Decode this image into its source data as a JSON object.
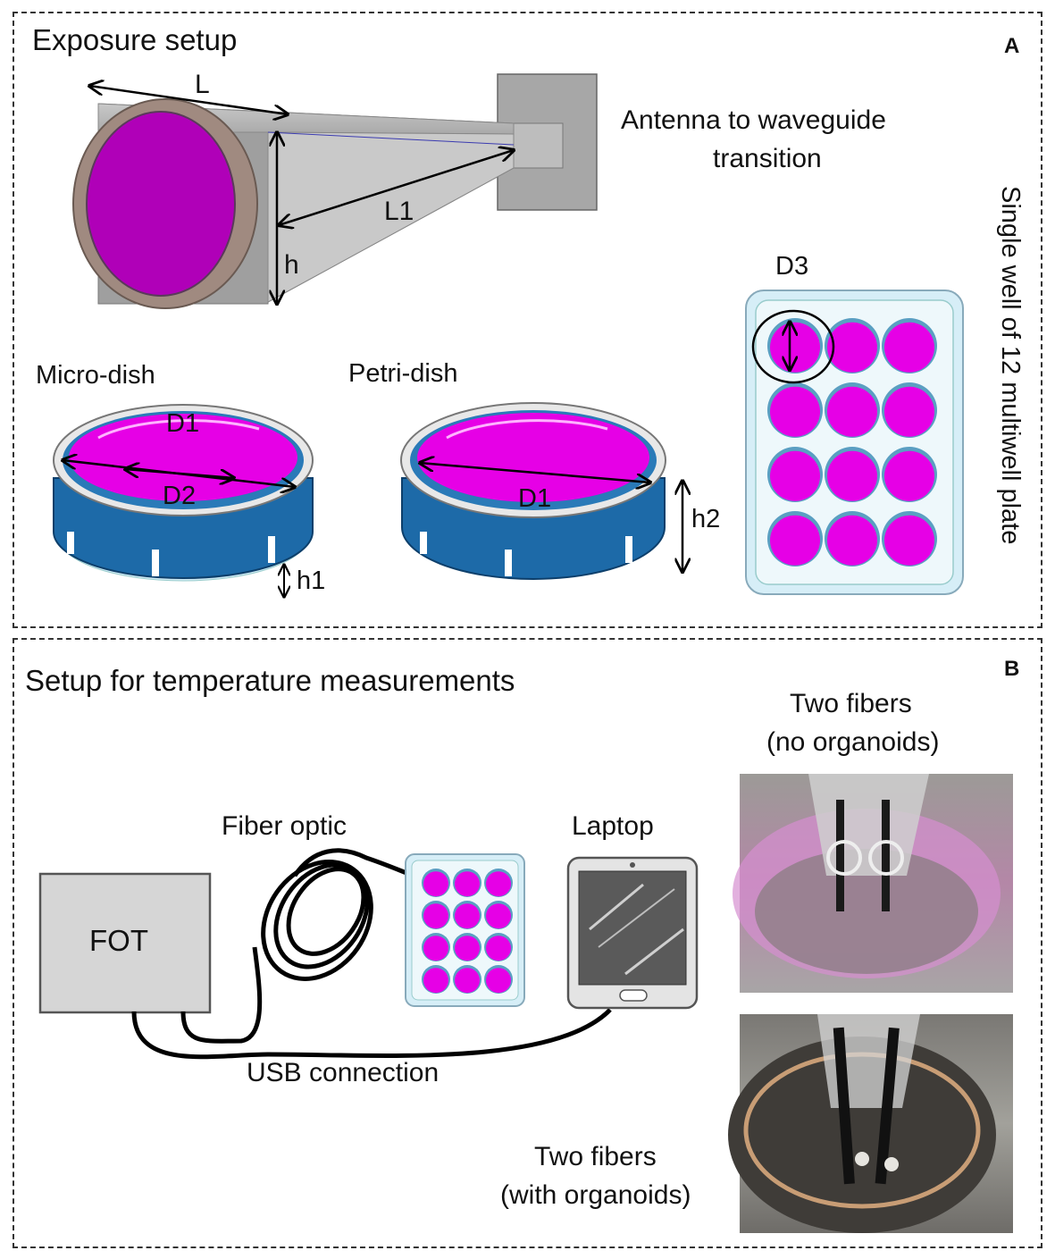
{
  "panel_a": {
    "title": "Exposure setup",
    "letter": "A",
    "antenna_label_line1": "Antenna to waveguide",
    "antenna_label_line2": "transition",
    "dim_L": "L",
    "dim_L1": "L1",
    "dim_h": "h",
    "vertical_label": "Single well of 12 multiwell plate",
    "dim_D3": "D3",
    "micro_dish": {
      "title": "Micro-dish",
      "d1": "D1",
      "d2": "D2",
      "h1": "h1"
    },
    "petri_dish": {
      "title": "Petri-dish",
      "d1": "D1",
      "h2": "h2"
    }
  },
  "panel_b": {
    "title": "Setup for temperature measurements",
    "letter": "B",
    "fot_label": "FOT",
    "fiber_label": "Fiber optic",
    "laptop_label": "Laptop",
    "usb_label": "USB connection",
    "photo_top_line1": "Two fibers",
    "photo_top_line2": "(no organoids)",
    "photo_bottom_line1": "Two fibers",
    "photo_bottom_line2": "(with organoids)"
  },
  "colors": {
    "magenta": "#e600e6",
    "purple": "#b000b8",
    "dish_blue": "#1d6aa8",
    "plate_blue": "#d6eef7"
  }
}
